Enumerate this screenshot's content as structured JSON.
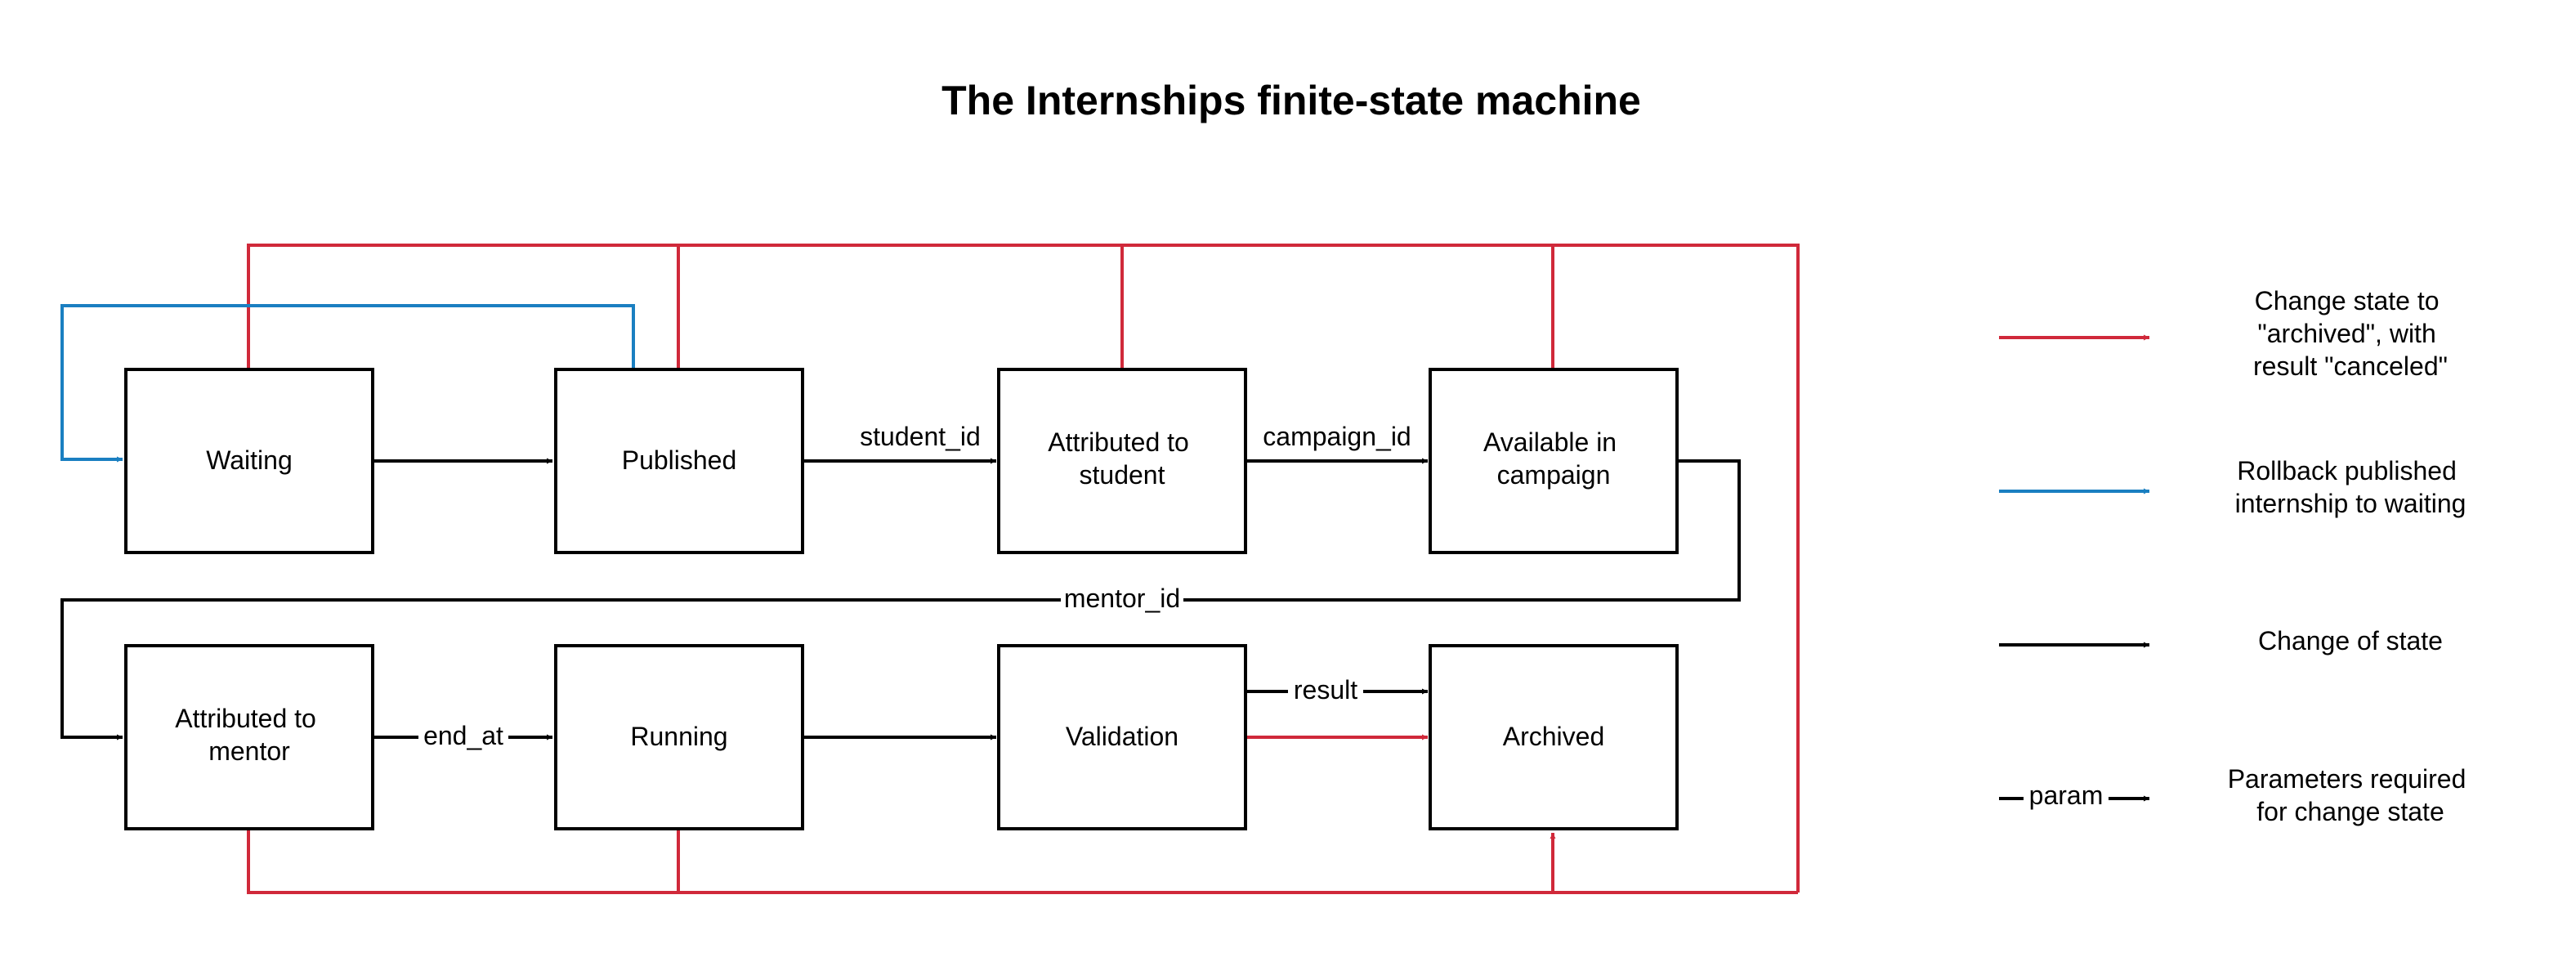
{
  "title": "The Internships finite-state machine",
  "colors": {
    "archive_transition": "#d0293a",
    "rollback_transition": "#1a7fc1",
    "state_transition": "#000000"
  },
  "states": {
    "waiting": [
      "Waiting"
    ],
    "published": [
      "Published"
    ],
    "attributed_to_student": [
      "Attributed to",
      "student"
    ],
    "available_in_campaign": [
      "Available in",
      "campaign"
    ],
    "attributed_to_mentor": [
      "Attributed to",
      "mentor"
    ],
    "running": [
      "Running"
    ],
    "validation": [
      "Validation"
    ],
    "archived": [
      "Archived"
    ]
  },
  "edge_labels": {
    "student_id": "student_id",
    "campaign_id": "campaign_id",
    "mentor_id": "mentor_id",
    "end_at": "end_at",
    "result": "result"
  },
  "legend": {
    "archived": [
      "Change state to",
      "\"archived\", with",
      "result \"canceled\""
    ],
    "rollback": [
      "Rollback published",
      "internship to waiting"
    ],
    "change": [
      "Change of state"
    ],
    "params": [
      "Parameters required",
      "for change state"
    ],
    "param_sample": "param"
  }
}
